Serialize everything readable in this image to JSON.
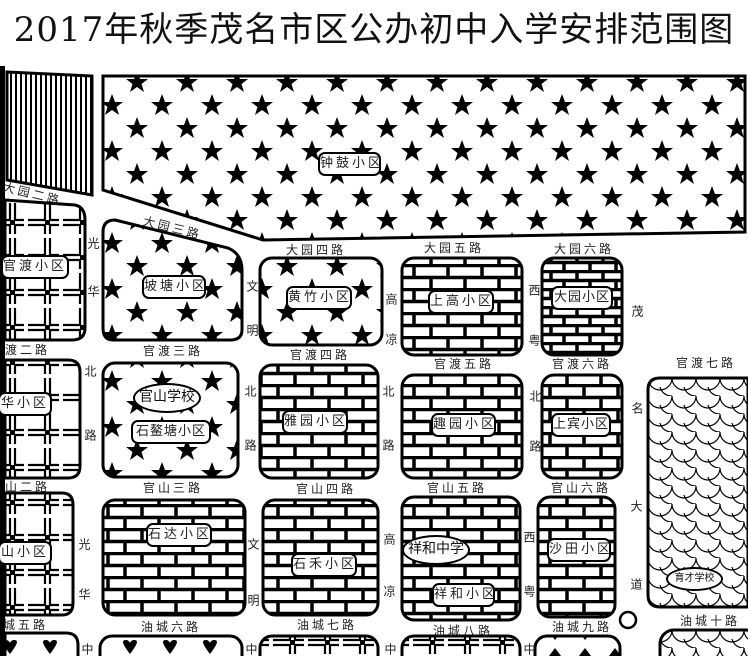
{
  "title": "2017年秋季茂名市区公办初中入学安排范围图",
  "districts": [
    {
      "id": "zhonggu",
      "label": "钟鼓小区"
    },
    {
      "id": "guandu",
      "label": "官渡小区"
    },
    {
      "id": "potang",
      "label": "坡塘小区"
    },
    {
      "id": "huangzhu",
      "label": "黄竹小区"
    },
    {
      "id": "shanggao",
      "label": "上高小区"
    },
    {
      "id": "dayuan",
      "label": "大园小区"
    },
    {
      "id": "hua",
      "label": "华小区"
    },
    {
      "id": "shiaotang",
      "label": "石鳌塘小区"
    },
    {
      "id": "yayuan",
      "label": "雅园小区"
    },
    {
      "id": "quyuan",
      "label": "趣园小区"
    },
    {
      "id": "shangbin",
      "label": "上宾小区"
    },
    {
      "id": "shan",
      "label": "山小区"
    },
    {
      "id": "shida",
      "label": "石达小区"
    },
    {
      "id": "shihe",
      "label": "石禾小区"
    },
    {
      "id": "xianghe",
      "label": "祥和小区"
    },
    {
      "id": "shatian",
      "label": "沙田小区"
    }
  ],
  "schools": [
    "官山学校",
    "祥和中学",
    "育才学校"
  ],
  "roads": {
    "horizontal": [
      "大园二路",
      "大园三路",
      "大园四路",
      "大园五路",
      "大园六路",
      "渡二路",
      "官渡三路",
      "官渡四路",
      "官渡五路",
      "官渡六路",
      "官渡七路",
      "山二路",
      "官山三路",
      "官山四路",
      "官山五路",
      "官山六路",
      "城五路",
      "油城六路",
      "油城七路",
      "油城八路",
      "油城九路",
      "油城十路"
    ],
    "vertical": [
      "光华",
      "文明",
      "高凉",
      "西粤",
      "茂",
      "北路",
      "北路",
      "北路",
      "北路",
      "名",
      "光华",
      "文明",
      "高凉",
      "西粤",
      "大道",
      "中",
      "中",
      "中",
      "中"
    ]
  }
}
